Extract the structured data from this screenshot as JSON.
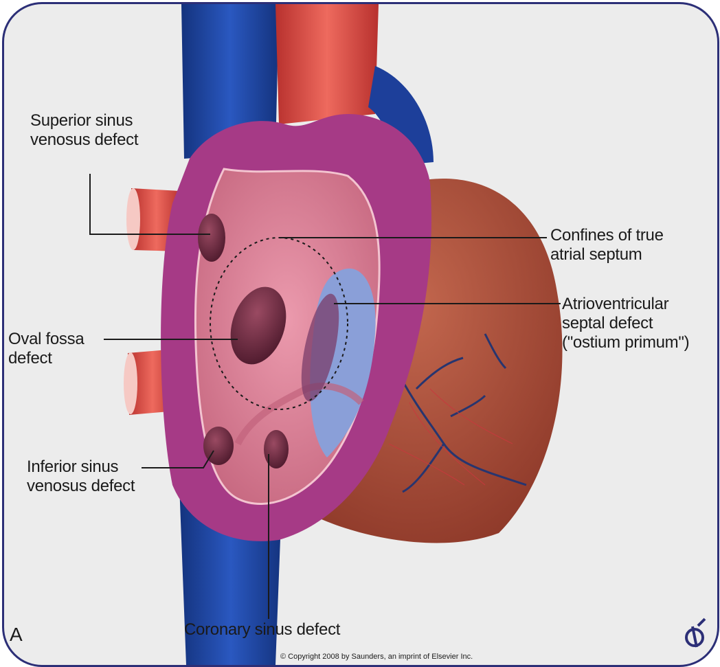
{
  "labels": {
    "superior_sinus": "Superior sinus\nvenosus defect",
    "confines": "Confines of true\natrial septum",
    "oval_fossa": "Oval fossa\ndefect",
    "atrioventricular": "Atrioventricular\nseptal defect\n(\"ostium primum\")",
    "inferior_sinus": "Inferior sinus\nvenosus defect",
    "coronary_sinus": "Coronary sinus defect"
  },
  "panel_letter": "A",
  "copyright": "© Copyright 2008 by Saunders, an imprint of Elsevier Inc.",
  "colors": {
    "frame_border": "#2c2f77",
    "background": "#ececec",
    "vein_blue": "#1d3f9a",
    "artery_red": "#d9453f",
    "atrial_wall": "#a63a86",
    "septum_pink": "#d97a92",
    "ventricle": "#a84a38",
    "valve_blue": "#8a9fd8"
  }
}
